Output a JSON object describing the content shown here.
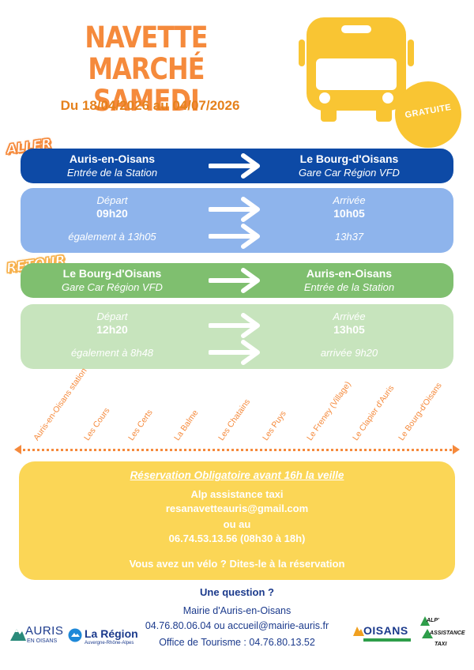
{
  "header": {
    "title_line1": "NAVETTE MARCHÉ",
    "title_line2": "SAMEDI",
    "dates": "Du 18/04/2026 au 04/07/2026",
    "badge": "GRATUITE",
    "bus_icon": "bus-icon"
  },
  "aller": {
    "sticker": "ALLER",
    "from_name": "Auris-en-Oisans",
    "from_sub": "Entrée de la Station",
    "to_name": "Le Bourg-d'Oisans",
    "to_sub": "Gare Car Région VFD",
    "depart_label": "Départ",
    "depart_time": "09h20",
    "depart_also": "également à 13h05",
    "arrivee_label": "Arrivée",
    "arrivee_time": "10h05",
    "arrivee_also": "13h37"
  },
  "retour": {
    "sticker": "RETOUR",
    "from_name": "Le Bourg-d'Oisans",
    "from_sub": "Gare Car Région VFD",
    "to_name": "Auris-en-Oisans",
    "to_sub": "Entrée de la Station",
    "depart_label": "Départ",
    "depart_time": "12h20",
    "depart_also": "également à 8h48",
    "arrivee_label": "Arrivée",
    "arrivee_time": "13h05",
    "arrivee_also": "arrivée 9h20"
  },
  "stops": [
    "Auris-en-Oisans station",
    "Les Cours",
    "Les Certs",
    "La Balme",
    "Les Chatains",
    "Les Puys",
    "Le Freney (Village)",
    "Le Clapier d'Auris",
    "Le Bourg-d'Oisans"
  ],
  "reservation": {
    "title": "Réservation Obligatoire avant 16h la veille",
    "company": "Alp assistance taxi",
    "email": "resanavetteauris@gmail.com",
    "or": "ou au",
    "phone": "06.74.53.13.56 (08h30 à 18h)",
    "bike": "Vous avez un vélo ? Dites-le à la réservation"
  },
  "footer": {
    "question": "Une question ?",
    "mairie": "Mairie d'Auris-en-Oisans",
    "mairie_contact": "04.76.80.06.04 ou accueil@mairie-auris.fr",
    "office": "Office de Tourisme : 04.76.80.13.52"
  },
  "logos": {
    "auris_main": "AURIS",
    "auris_sub": "EN OISANS",
    "region_main": "La Région",
    "region_sub": "Auvergne-Rhône-Alpes",
    "oisans_main": "OISANS",
    "alp_l1": "ALP'",
    "alp_l2": "ASSISTANCE",
    "alp_l3": "TAXI"
  },
  "colors": {
    "orange": "#f58a3c",
    "dark_blue": "#0d4aa6",
    "light_blue": "#8eb4ec",
    "green": "#7fbf6f",
    "light_green": "#c7e4bd",
    "yellow": "#fbd656",
    "text_blue": "#1b3a8c"
  }
}
